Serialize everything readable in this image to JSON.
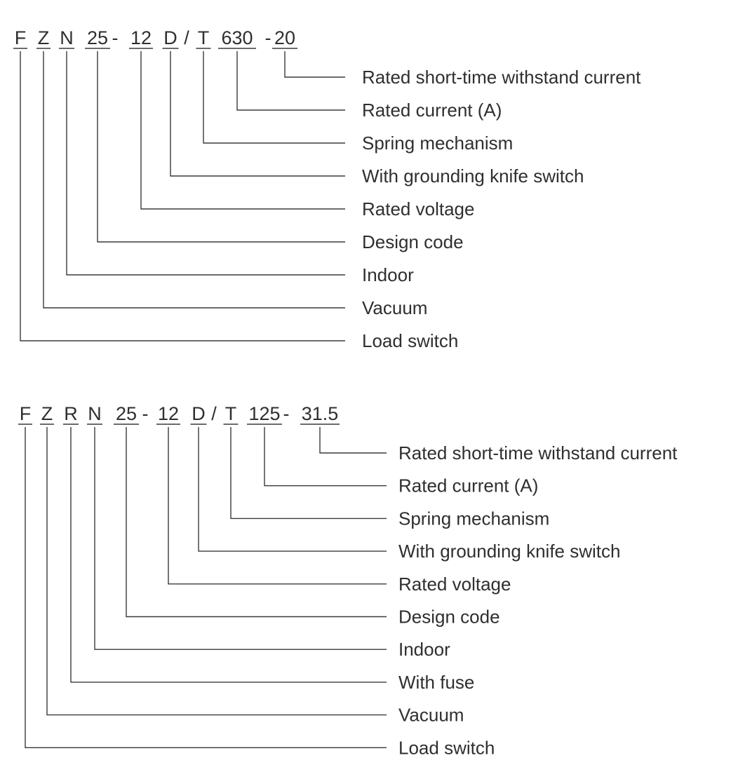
{
  "colors": {
    "line": "#3a3a3a",
    "text": "#2f2f2f",
    "background": "#ffffff"
  },
  "diagrams": [
    {
      "code_parts": [
        {
          "text": "F",
          "underline": true
        },
        {
          "text": "Z",
          "underline": true
        },
        {
          "text": "N",
          "underline": true
        },
        {
          "text": "25",
          "underline": true
        },
        {
          "text": "-",
          "underline": false
        },
        {
          "text": "12",
          "underline": true
        },
        {
          "text": "D",
          "underline": true
        },
        {
          "text": "/",
          "underline": false
        },
        {
          "text": "T",
          "underline": true
        },
        {
          "text": "630",
          "underline": true
        },
        {
          "text": "-",
          "underline": false
        },
        {
          "text": "20",
          "underline": true
        }
      ],
      "labels": [
        "Rated short-time withstand current",
        "Rated current (A)",
        "Spring mechanism",
        "With grounding knife switch",
        "Rated voltage",
        "Design code",
        "Indoor",
        "Vacuum",
        "Load switch"
      ]
    },
    {
      "code_parts": [
        {
          "text": "F",
          "underline": true
        },
        {
          "text": "Z",
          "underline": true
        },
        {
          "text": "R",
          "underline": true
        },
        {
          "text": "N",
          "underline": true
        },
        {
          "text": "25",
          "underline": true
        },
        {
          "text": "-",
          "underline": false
        },
        {
          "text": "12",
          "underline": true
        },
        {
          "text": "D",
          "underline": true
        },
        {
          "text": "/",
          "underline": false
        },
        {
          "text": "T",
          "underline": true
        },
        {
          "text": "125",
          "underline": true
        },
        {
          "text": "-",
          "underline": false
        },
        {
          "text": "31.5",
          "underline": true
        }
      ],
      "labels": [
        "Rated short-time withstand current",
        "Rated current (A)",
        "Spring mechanism",
        "With grounding knife switch",
        "Rated voltage",
        "Design code",
        "Indoor",
        "With fuse",
        "Vacuum",
        "Load switch"
      ]
    }
  ]
}
